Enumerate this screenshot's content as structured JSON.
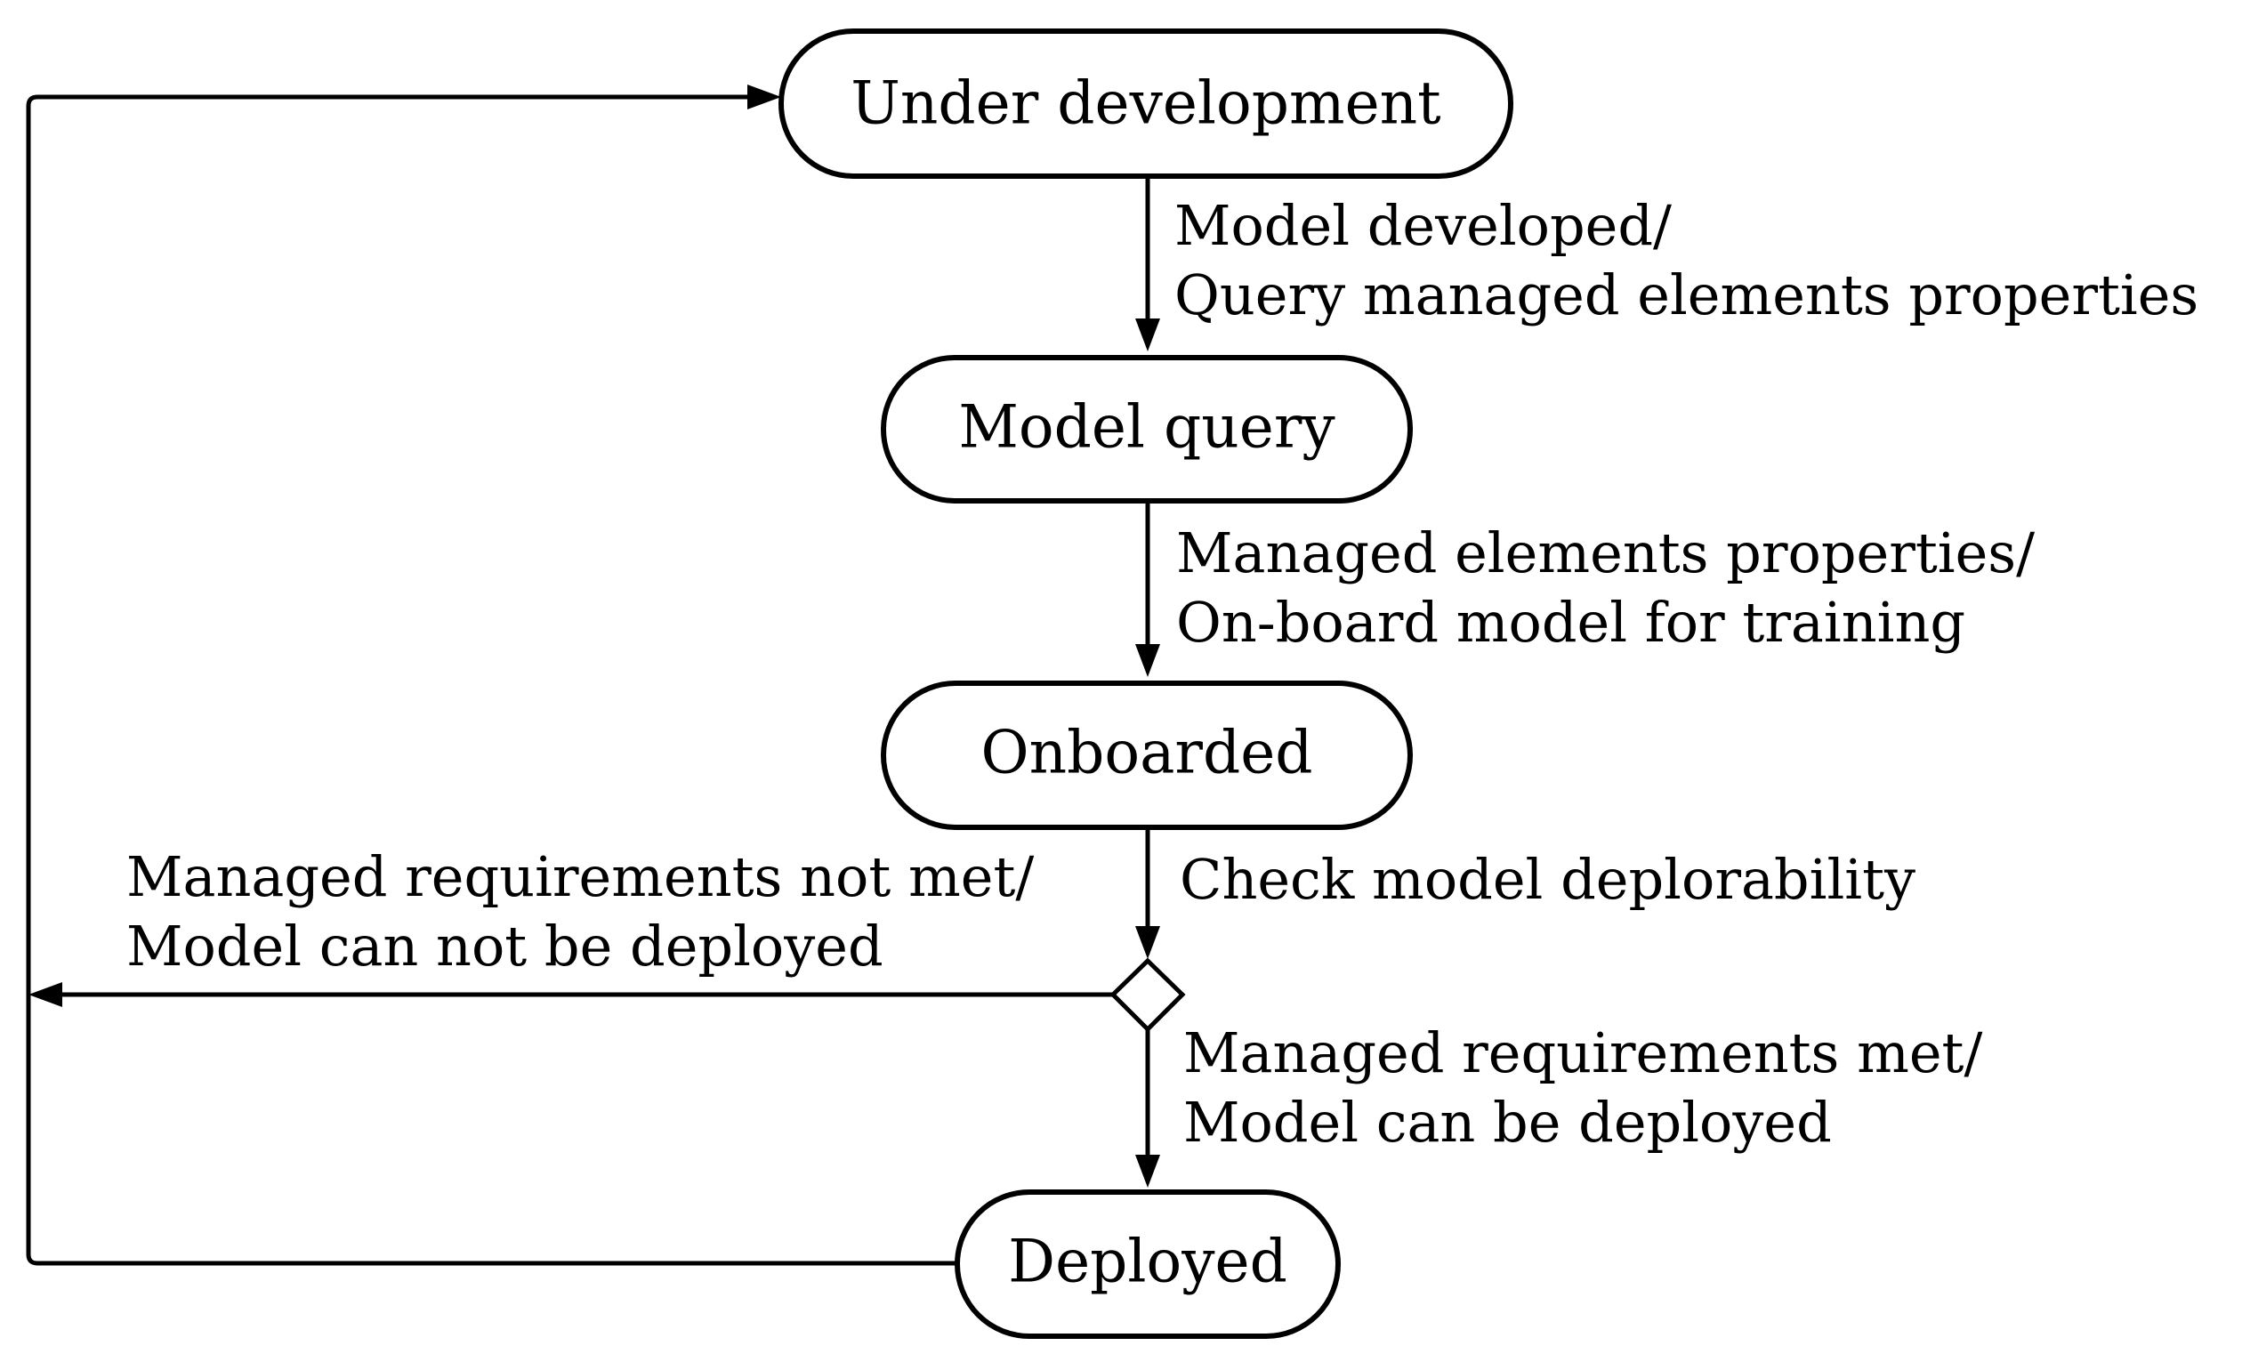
{
  "colors": {
    "stroke": "#000000",
    "fill": "#ffffff",
    "text": "#000000"
  },
  "states": {
    "under_development": "Under development",
    "model_query": "Model query",
    "onboarded": "Onboarded",
    "deployed": "Deployed"
  },
  "transitions": {
    "developed": {
      "line1": "Model developed/",
      "line2": "Query managed elements properties"
    },
    "properties": {
      "line1": "Managed elements properties/",
      "line2": "On-board model for training"
    },
    "check": {
      "line1": "Check model deplorability"
    },
    "not_met": {
      "line1": "Managed requirements not met/",
      "line2": "Model can not be deployed"
    },
    "met": {
      "line1": "Managed requirements met/",
      "line2": "Model can be deployed"
    }
  }
}
